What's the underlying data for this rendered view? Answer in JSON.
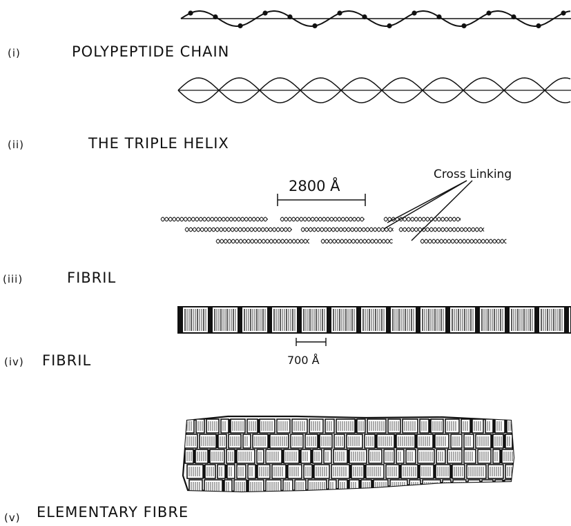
{
  "panels": [
    {
      "numeral": "(i)",
      "caption": "POLYPEPTIDE CHAIN"
    },
    {
      "numeral": "(ii)",
      "caption": "THE TRIPLE HELIX"
    },
    {
      "numeral": "(iii)",
      "caption": "FIBRIL"
    },
    {
      "numeral": "(iv)",
      "caption": "FIBRIL"
    },
    {
      "numeral": "(v)",
      "caption": "ELEMENTARY FIBRE"
    }
  ],
  "annotations": {
    "cross_linking": "Cross Linking",
    "fibril_period": "2800 Å",
    "band_period": "700 Å"
  },
  "colors": {
    "ink": "#111111",
    "paper": "#ffffff"
  }
}
